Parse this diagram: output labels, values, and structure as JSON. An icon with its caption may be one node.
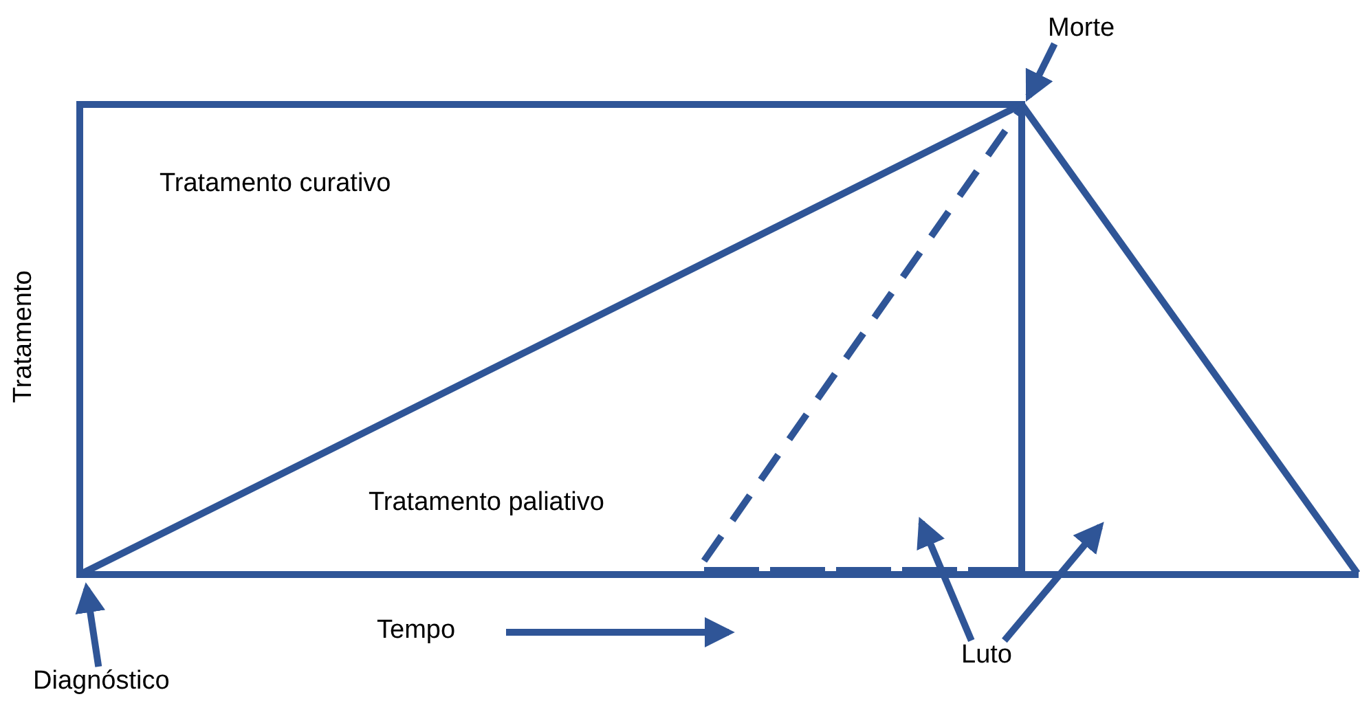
{
  "diagram": {
    "nodes": [
      {
        "text": [
          "Morte"
        ]
      },
      {
        "text": [
          "Diagnóstico"
        ]
      },
      {
        "text": [
          "Luto"
        ]
      }
    ],
    "edges": [
      {
        "from": 0,
        "to": null,
        "arrow": "to"
      },
      {
        "from": 1,
        "to": null,
        "arrow": "to"
      },
      {
        "from": 2,
        "to": null,
        "arrow": "to"
      },
      {
        "from": 2,
        "to": null,
        "arrow": "to"
      }
    ],
    "labels": [
      "Tratamento curativo",
      "Tratamento",
      "Tratamento paliativo",
      "Tempo"
    ]
  }
}
